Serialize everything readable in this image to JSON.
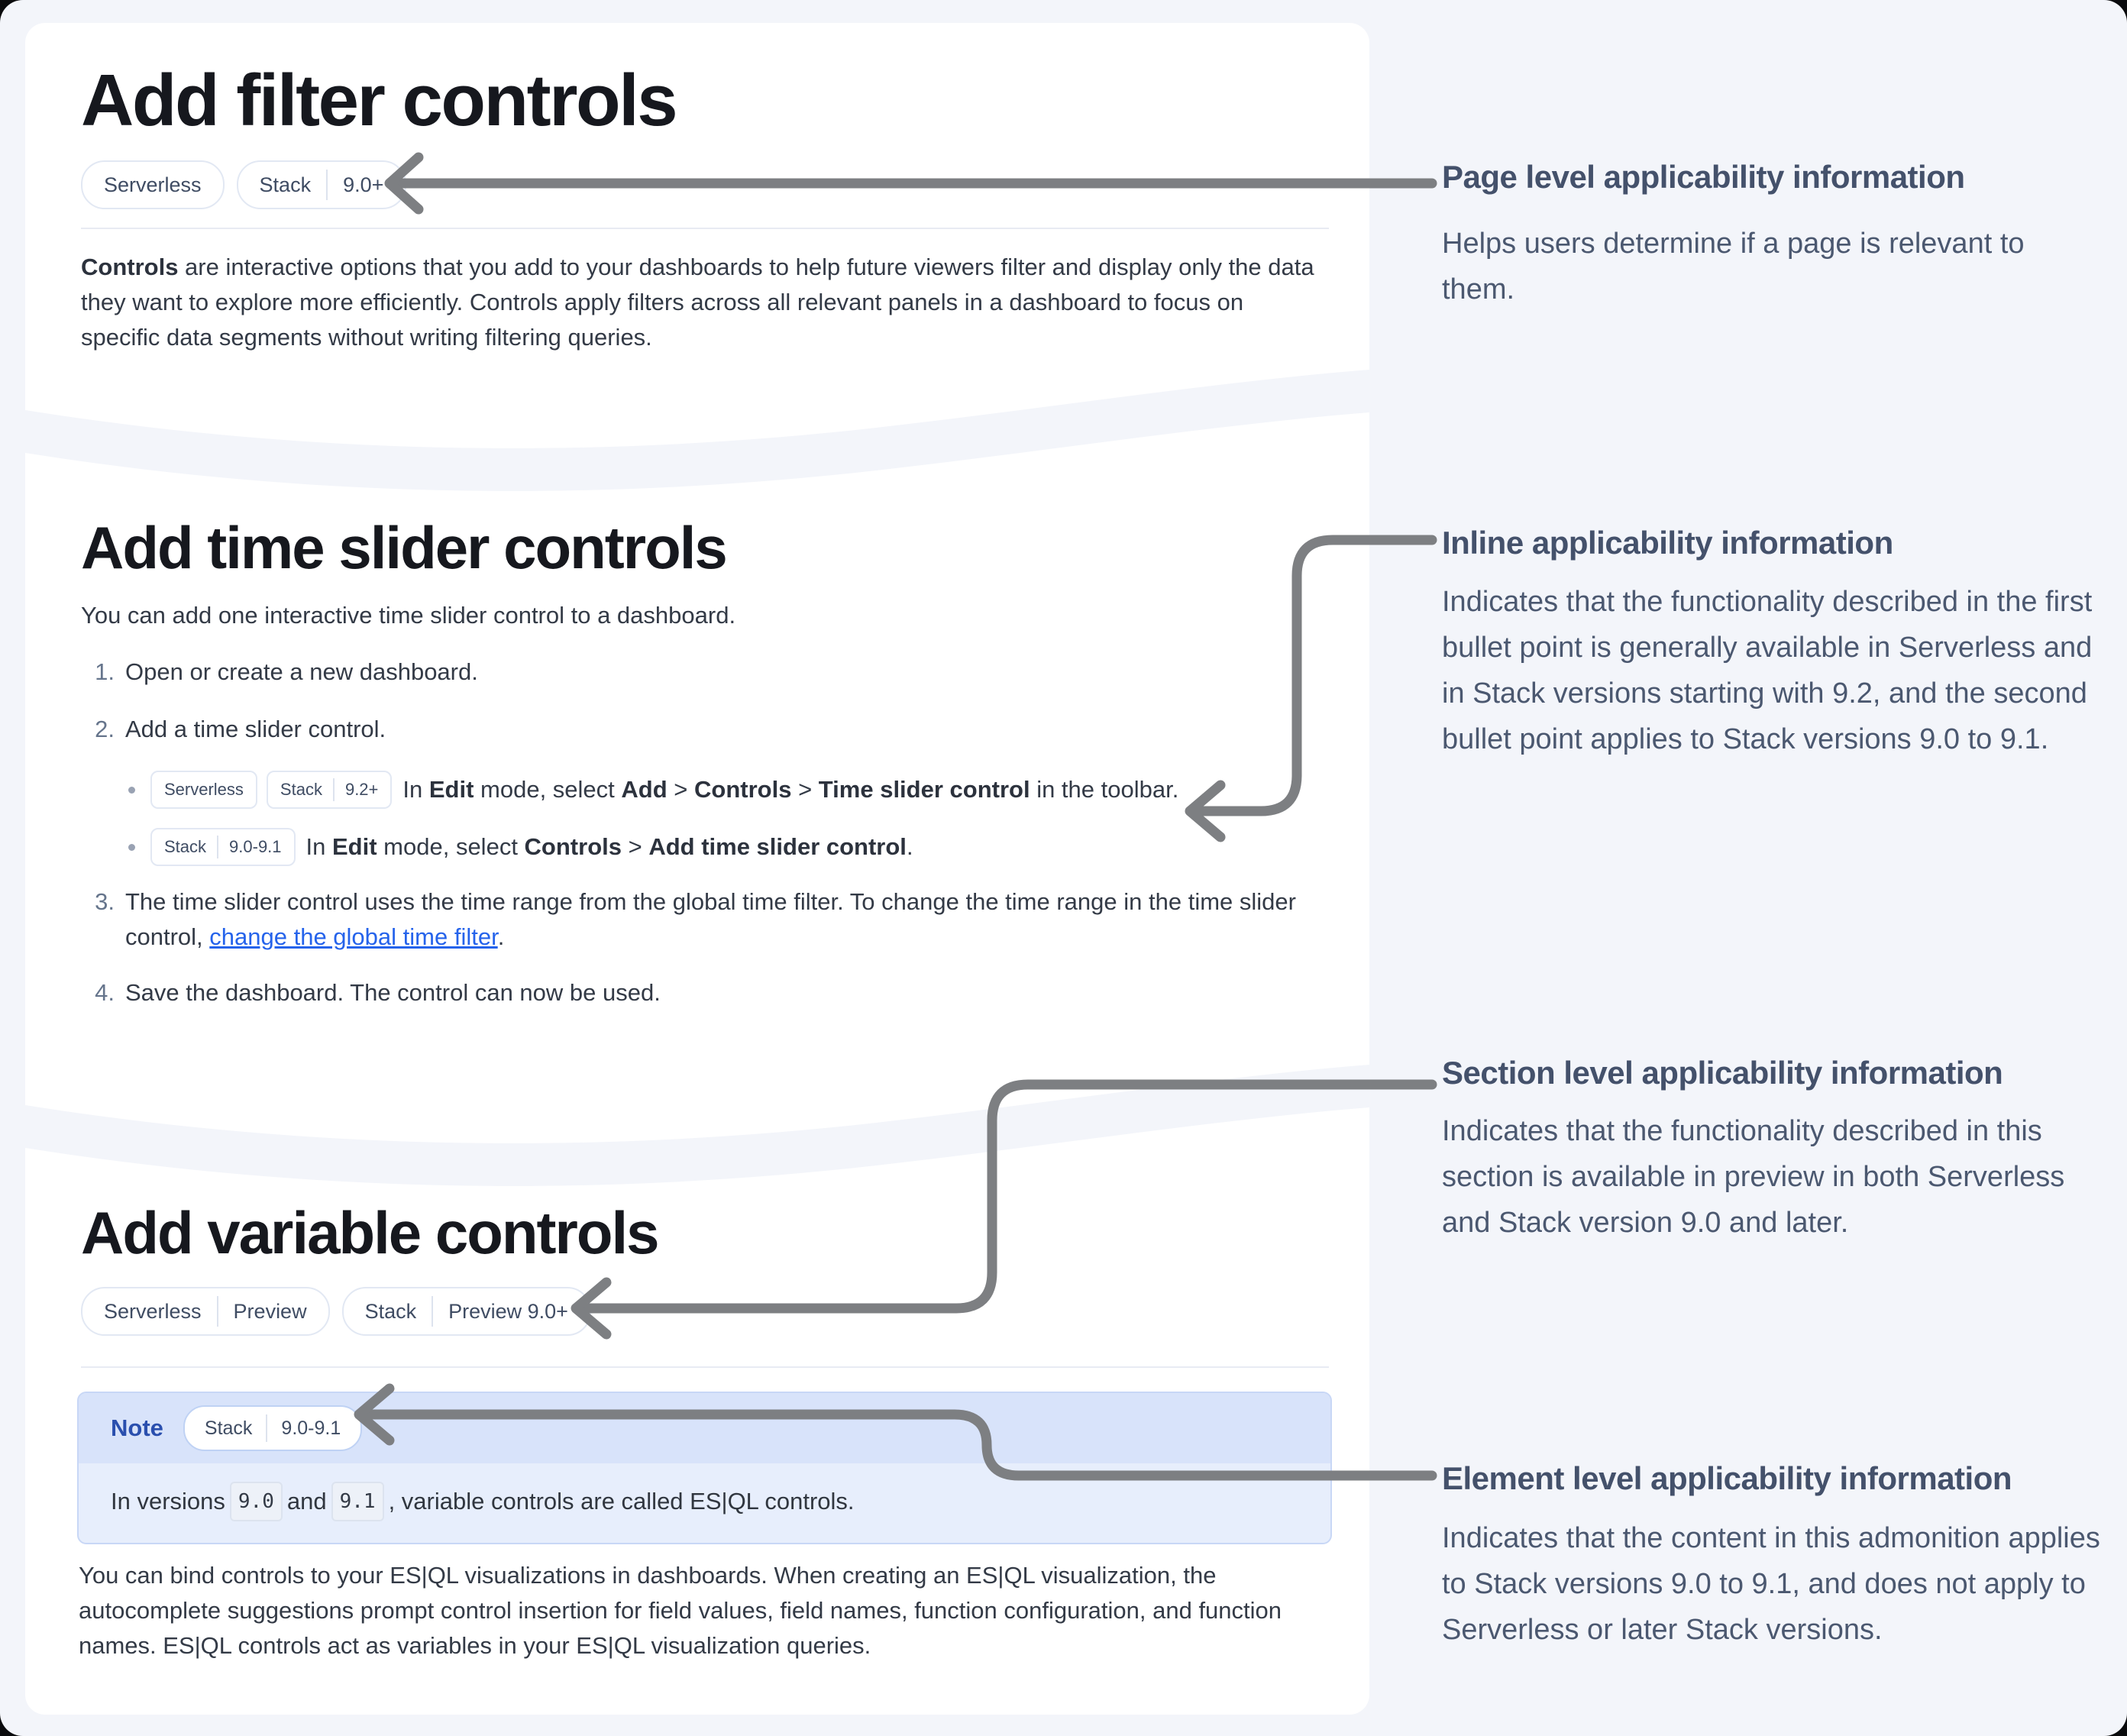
{
  "colors": {
    "page_background": "#f3f5fa",
    "card_background": "#ffffff",
    "arrow_gray": "#7d7f82",
    "note_header_blue": "#d8e3fa",
    "note_body_blue": "#e7eefc",
    "note_label_blue": "#2a4fae",
    "link_blue": "#2563eb",
    "heading_dark": "#16181e",
    "annotation_slate": "#44516b"
  },
  "sections": [
    {
      "title": "Add filter controls",
      "badges": [
        {
          "parts": [
            "Serverless"
          ]
        },
        {
          "parts": [
            "Stack",
            "9.0+"
          ]
        }
      ],
      "intro_segments": [
        {
          "t": "Controls",
          "s": "b"
        },
        {
          "t": " are interactive options that you add to your dashboards to help future viewers filter and display only the data they want to explore more efficiently. Controls apply filters across all relevant panels in a dashboard to focus on specific data segments without writing filtering queries.",
          "s": ""
        }
      ]
    },
    {
      "title": "Add time slider controls",
      "intro": "You can add one interactive time slider control to a dashboard.",
      "steps": [
        {
          "num": "1.",
          "segments": [
            {
              "t": "Open or create a new dashboard.",
              "s": ""
            }
          ]
        },
        {
          "num": "2.",
          "segments": [
            {
              "t": "Add a time slider control.",
              "s": ""
            }
          ]
        },
        {
          "num": "3.",
          "segments": [
            {
              "t": "The time slider control uses the time range from the global time filter. To change the time range in the time slider control, ",
              "s": ""
            },
            {
              "t": "change the global time filter",
              "s": "l"
            },
            {
              "t": ".",
              "s": ""
            }
          ]
        },
        {
          "num": "4.",
          "segments": [
            {
              "t": "Save the dashboard. The control can now be used.",
              "s": ""
            }
          ]
        }
      ],
      "bullets": [
        {
          "badges": [
            {
              "parts": [
                "Serverless"
              ]
            },
            {
              "parts": [
                "Stack",
                "9.2+"
              ]
            }
          ],
          "segments": [
            {
              "t": "In ",
              "s": ""
            },
            {
              "t": "Edit",
              "s": "b"
            },
            {
              "t": " mode, select ",
              "s": ""
            },
            {
              "t": "Add",
              "s": "b"
            },
            {
              "t": " > ",
              "s": ""
            },
            {
              "t": "Controls",
              "s": "b"
            },
            {
              "t": " > ",
              "s": ""
            },
            {
              "t": "Time slider control",
              "s": "b"
            },
            {
              "t": " in the toolbar.",
              "s": ""
            }
          ]
        },
        {
          "badges": [
            {
              "parts": [
                "Stack",
                "9.0-9.1"
              ]
            }
          ],
          "segments": [
            {
              "t": "In ",
              "s": ""
            },
            {
              "t": "Edit",
              "s": "b"
            },
            {
              "t": " mode, select ",
              "s": ""
            },
            {
              "t": "Controls",
              "s": "b"
            },
            {
              "t": " > ",
              "s": ""
            },
            {
              "t": "Add time slider control",
              "s": "b"
            },
            {
              "t": ".",
              "s": ""
            }
          ]
        }
      ]
    },
    {
      "title": "Add variable controls",
      "badges": [
        {
          "parts": [
            "Serverless",
            "Preview"
          ]
        },
        {
          "parts": [
            "Stack",
            "Preview 9.0+"
          ]
        }
      ],
      "note": {
        "label": "Note",
        "badges": [
          {
            "parts": [
              "Stack",
              "9.0-9.1"
            ]
          }
        ],
        "segments": [
          {
            "t": "In versions ",
            "s": ""
          },
          {
            "t": "9.0",
            "s": "c"
          },
          {
            "t": " and ",
            "s": ""
          },
          {
            "t": "9.1",
            "s": "c"
          },
          {
            "t": ", variable controls are called ES|QL controls.",
            "s": ""
          }
        ]
      },
      "body": "You can bind controls to your ES|QL visualizations in dashboards. When creating an ES|QL visualization, the autocomplete suggestions prompt control insertion for field values, field names, function configuration, and function names. ES|QL controls act as variables in your ES|QL visualization queries."
    }
  ],
  "annotations": [
    {
      "title": "Page level applicability information",
      "body": "Helps users determine if a page is relevant to them."
    },
    {
      "title": "Inline applicability information",
      "body": "Indicates that the functionality described in the first bullet point is generally available in Serverless and in Stack versions starting with 9.2, and the second bullet point applies to Stack versions 9.0 to 9.1."
    },
    {
      "title": "Section level applicability information",
      "body": "Indicates that the functionality described in this section is available in preview in both Serverless and Stack version 9.0 and later."
    },
    {
      "title": "Element level applicability information",
      "body": "Indicates that the content in this admonition applies to Stack versions 9.0 to 9.1, and does not apply to Serverless or later Stack versions."
    }
  ]
}
